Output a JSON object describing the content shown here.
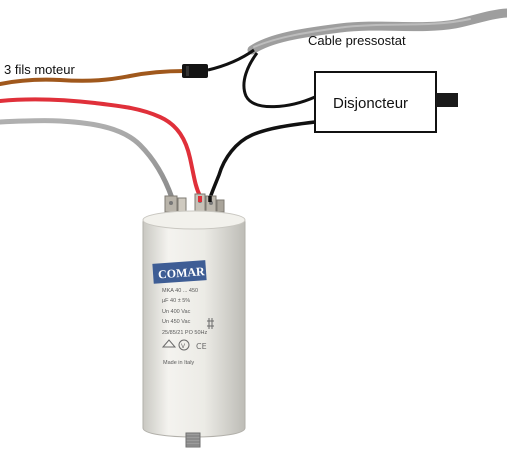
{
  "labels": {
    "motor_wires": "3 fils moteur",
    "pressure_cable": "Cable pressostat",
    "breaker": "Disjoncteur"
  },
  "capacitor": {
    "brand": "COMAR",
    "lines": [
      "MKA 40 ... 450",
      "µF 40 ± 5%",
      "Un 400 Vac",
      "Un 450 Vac",
      "25/85/21 PO 50Hz",
      "Made in Italy"
    ]
  },
  "colors": {
    "brown_wire": "#a0581c",
    "red_wire": "#e0303a",
    "grey_wire": "#9a9a9a",
    "black_wire": "#111111",
    "capacitor_body": "#ecebe6",
    "brand_blue": "#3e5d95"
  }
}
